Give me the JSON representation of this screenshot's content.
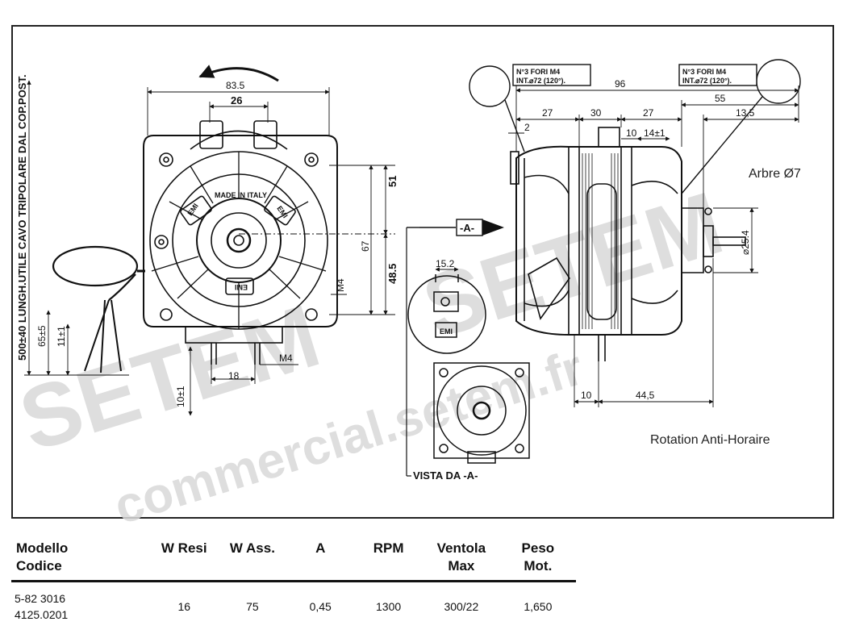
{
  "drawing": {
    "dimensions": {
      "d83_5": "83.5",
      "d26": "26",
      "d51": "51",
      "d48_5": "48.5",
      "d67": "67",
      "dM4_side": "M4",
      "dM4_bottom": "M4",
      "d18": "18",
      "d10pm1": "10±1",
      "d65pm5": "65±5",
      "d11pm1": "11±1",
      "cable_length": "500±40  LUNGH.UTILE CAVO TRIPOLARE DAL COP.POST.",
      "d96": "96",
      "d27a": "27",
      "d30": "30",
      "d27b": "27",
      "d55": "55",
      "d13_5": "13,5",
      "d2": "2",
      "d10a": "10",
      "d14pm1": "14±1",
      "d25_4": "⌀25.4",
      "d10b": "10",
      "d44_5": "44,5",
      "d15_2": "15.2"
    },
    "callouts": {
      "holes_left_line1": "N°3 FORI M4",
      "holes_left_line2": "INT.⌀72 (120°).",
      "holes_right_line1": "N°3 FORI M4",
      "holes_right_line2": "INT.⌀72 (120°).",
      "view_marker": "-A-",
      "view_label": "VISTA DA -A-"
    },
    "labels": {
      "shaft": "Arbre Ø7",
      "rotation": "Rotation Anti-Horaire",
      "emi": "EMI",
      "made_in": "MADE IN ITALY"
    },
    "watermarks": {
      "line1": "SETEM",
      "line2": "commercial.setem.fr",
      "line3": "SETEM"
    }
  },
  "table": {
    "headers": [
      {
        "l1": "Modello",
        "l2": "Codice"
      },
      {
        "l1": "W Resi",
        "l2": ""
      },
      {
        "l1": "W Ass.",
        "l2": ""
      },
      {
        "l1": "A",
        "l2": ""
      },
      {
        "l1": "RPM",
        "l2": ""
      },
      {
        "l1": "Ventola",
        "l2": "Max"
      },
      {
        "l1": "Peso",
        "l2": "Mot."
      }
    ],
    "row": {
      "model_l1": "5-82 3016",
      "model_l2": "4125.0201",
      "w_resi": "16",
      "w_ass": "75",
      "amps": "0,45",
      "rpm": "1300",
      "ventola": "300/22",
      "peso": "1,650"
    }
  }
}
